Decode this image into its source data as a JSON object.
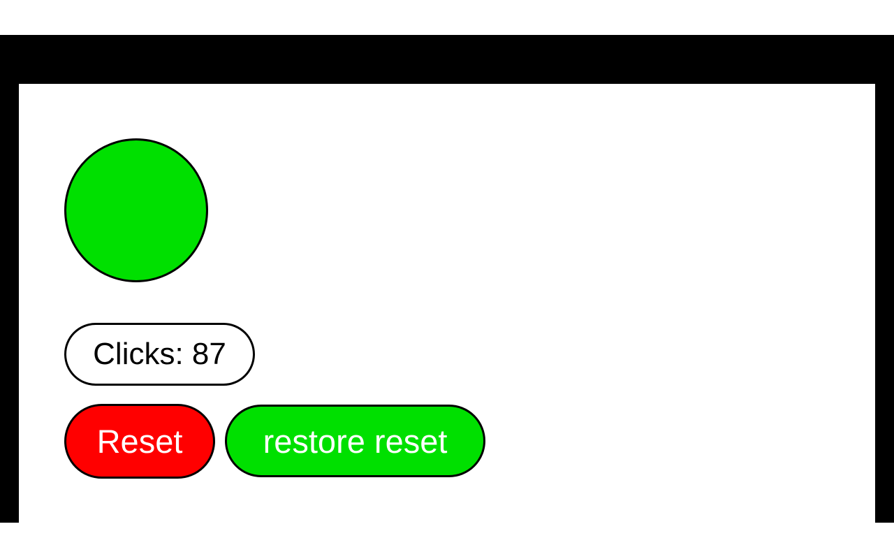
{
  "page": {
    "background": "#ffffff",
    "frame_color": "#000000",
    "content_background": "#ffffff"
  },
  "clicker": {
    "circle": {
      "fill": "#00e000",
      "border_color": "#000000"
    },
    "counter": {
      "text": "Clicks: 87",
      "value": 87,
      "text_color": "#000000"
    },
    "reset_button": {
      "label": "Reset",
      "fill": "#ff0000",
      "text_color": "#ffffff"
    },
    "restore_button": {
      "label": "restore reset",
      "fill": "#00e000",
      "text_color": "#ffffff"
    }
  }
}
